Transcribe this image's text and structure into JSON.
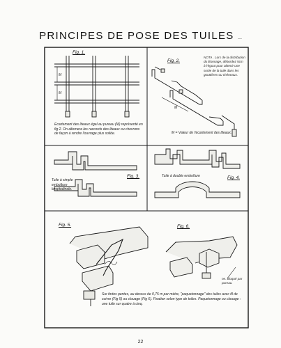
{
  "page": {
    "title": "PRINCIPES DE POSE DES TUILES",
    "title_suffix": "...",
    "page_number": "22"
  },
  "panels": {
    "fig1": {
      "label": "Fig. 1.",
      "caption": "Ecartement des liteaux égal au pureau (M) représenté en fig 2. On alternera les raccords des liteaux ou chevrons de façon à rendre l'ouvrage plus solide."
    },
    "fig2": {
      "label": "Fig. 2.",
      "nota": "NOTA . Lors de la distribution du litonnage, débordez 5cm à l'égout pour obtenir une sortie de la tuile dans les gouttières ou chéneaux.",
      "legend": "M = Valeur de l'écartement des liteaux."
    },
    "fig3": {
      "label": "Fig. 3.",
      "caption": "Tuile à simple emboîture longitudinale."
    },
    "fig4": {
      "label": "Fig. 4.",
      "caption": "Tuile à double emboîture"
    },
    "fig5": {
      "label": "Fig. 5.",
      "caption": "Sur fortes pentes, au dessus de 0,75 m par mètre, \"paquetonnage\" des tuiles avec fil de cuivre (Fig 5) ou clouage (Fig 6). Fixation selon type de tuiles. Paquetonnage ou clouage : une tuile sur quatre à cinq."
    },
    "fig6": {
      "label": "Fig. 6.",
      "callout": "ne. bloqué par pureau."
    }
  }
}
